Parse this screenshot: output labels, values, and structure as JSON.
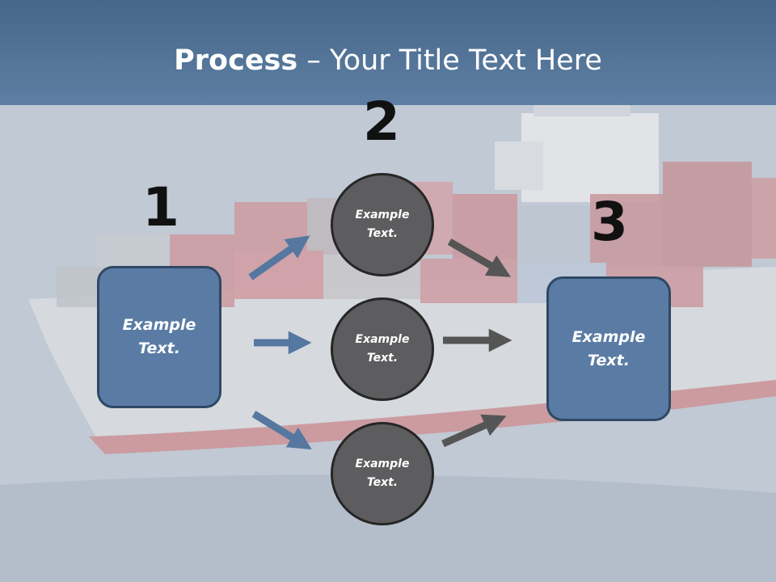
{
  "slide": {
    "title_strong": "Process",
    "title_rest": " – Your Title Text Here"
  },
  "steps": [
    {
      "number": "1",
      "box_text": "Example\nText."
    },
    {
      "number": "2",
      "circles": [
        {
          "text": "Example\nText."
        },
        {
          "text": "Example\nText."
        },
        {
          "text": "Example\nText."
        }
      ]
    },
    {
      "number": "3",
      "box_text": "Example\nText."
    }
  ],
  "colors": {
    "box_fill": "#5a7ba4",
    "box_border": "#2f4866",
    "circle_fill": "#5d5d5f",
    "arrow_blue": "#5577a0",
    "arrow_gray": "#555555"
  }
}
